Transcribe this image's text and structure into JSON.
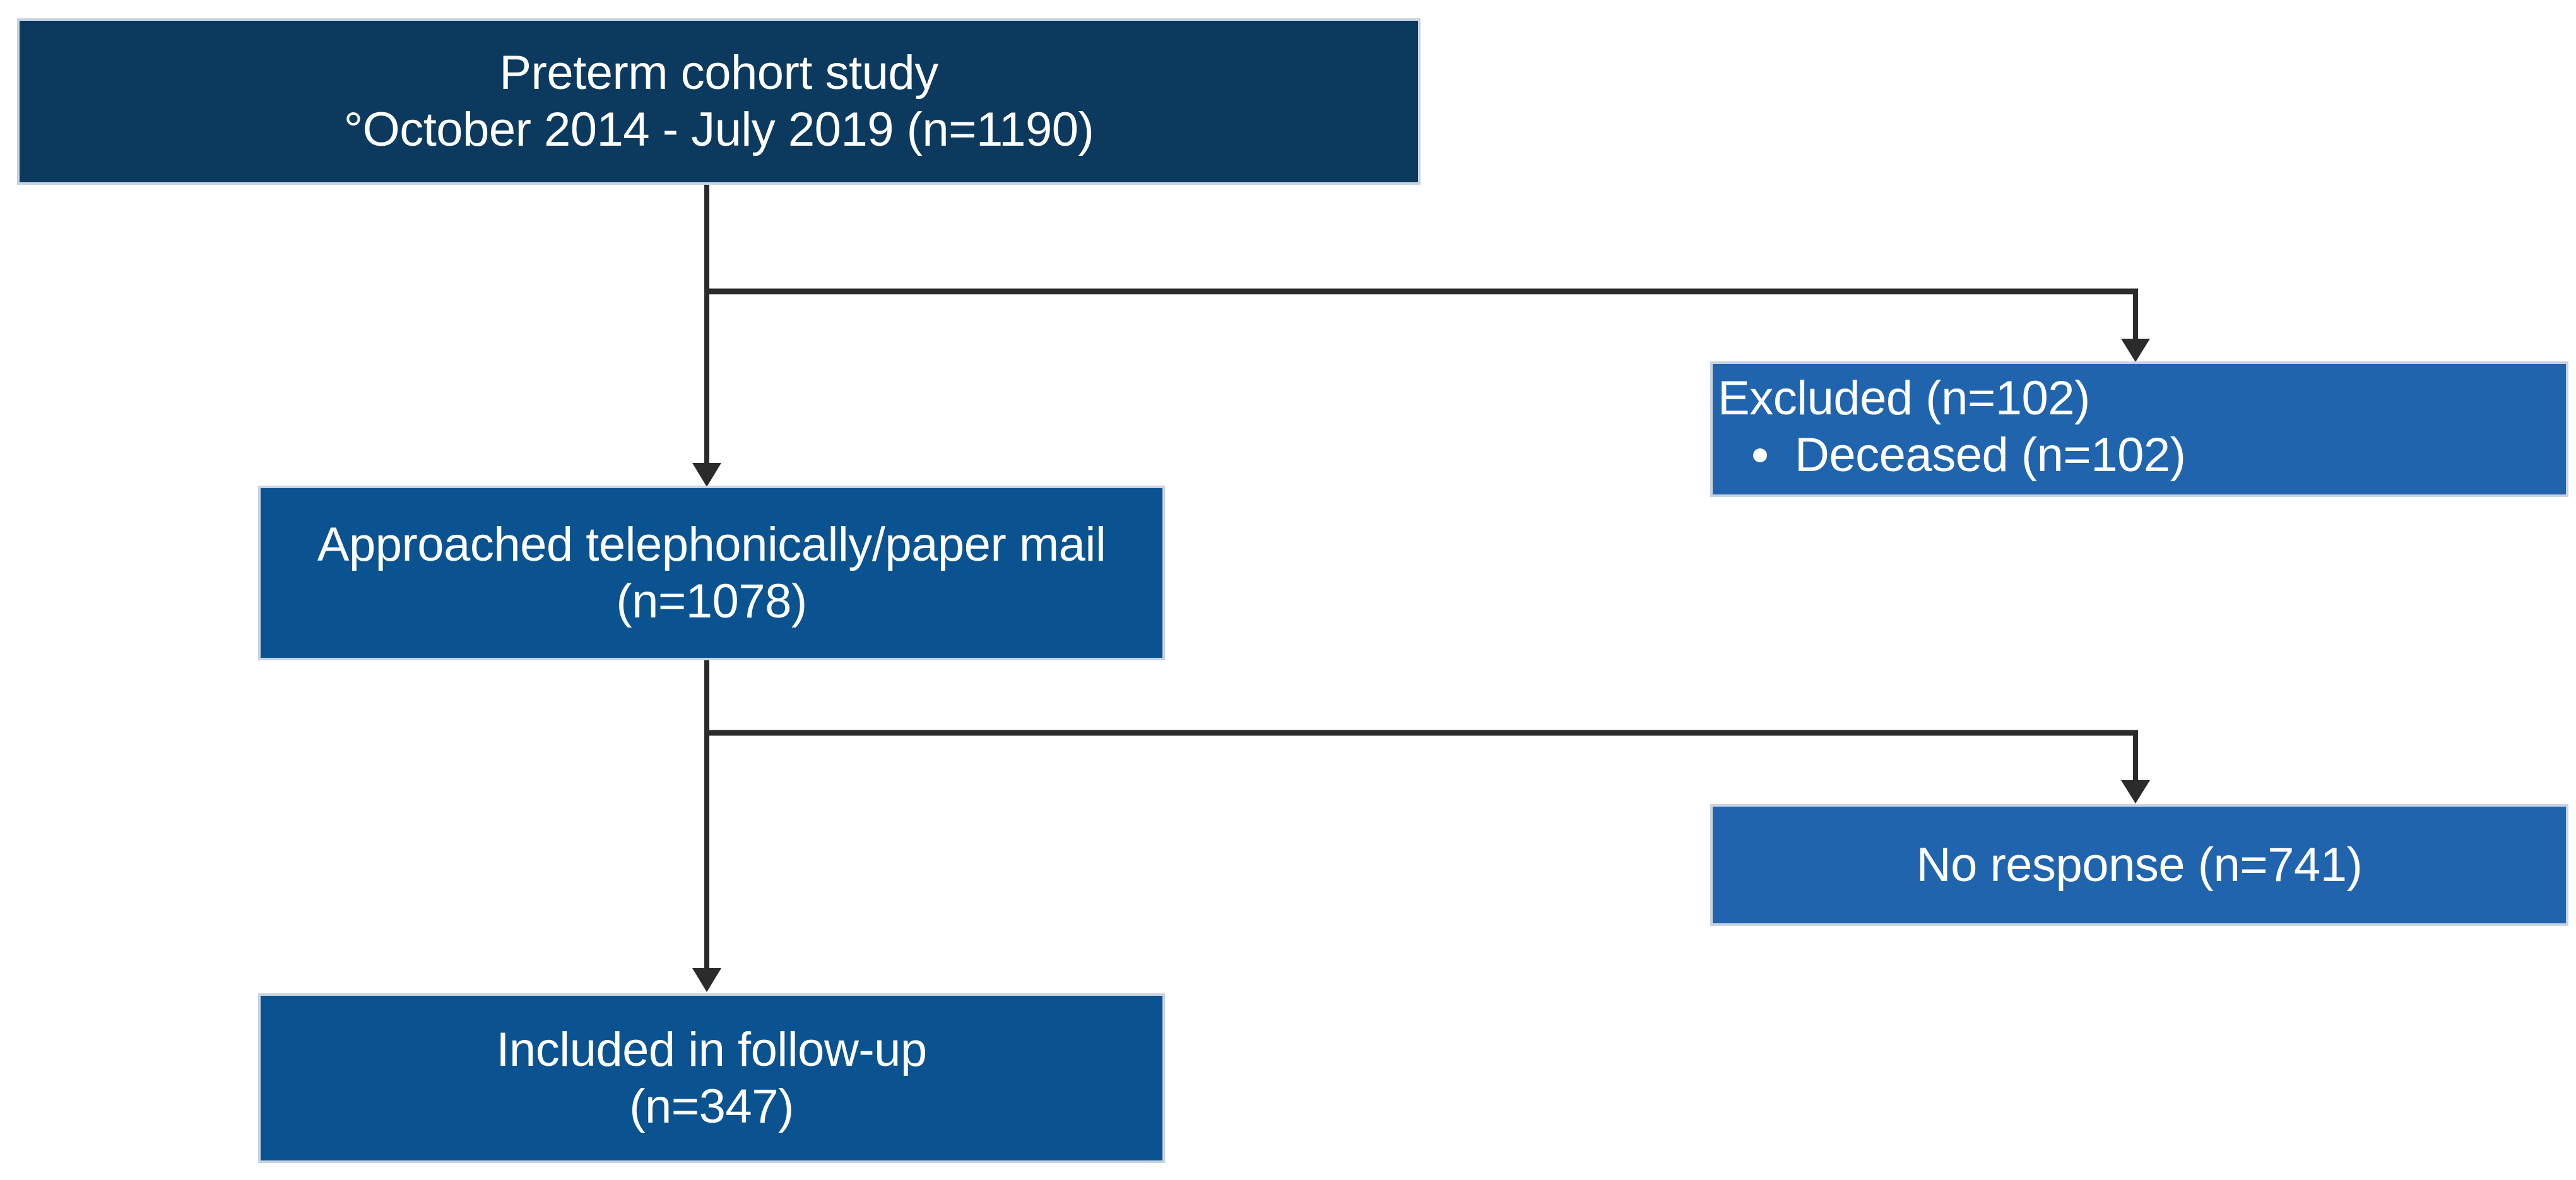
{
  "diagram": {
    "arrow_color": "#2b2b2b",
    "edge_color": "#c8d3e3",
    "background": "#ffffff",
    "text_color": "#ffffff",
    "nodes": {
      "preterm": {
        "fill": "#0c3a5e",
        "lines": [
          "Preterm cohort study",
          "°October 2014 - July 2019 (n=1190)"
        ]
      },
      "excluded": {
        "fill": "#2164ae",
        "title": "Excluded (n=102)",
        "bullets": [
          "Deceased (n=102)"
        ]
      },
      "approached": {
        "fill": "#0a5390",
        "lines": [
          "Approached telephonically/paper mail",
          "(n=1078)"
        ]
      },
      "no_response": {
        "fill": "#2164ae",
        "lines": [
          "No response (n=741)"
        ]
      },
      "included": {
        "fill": "#0a5390",
        "lines": [
          "Included in follow-up",
          "(n=347)"
        ]
      }
    }
  }
}
